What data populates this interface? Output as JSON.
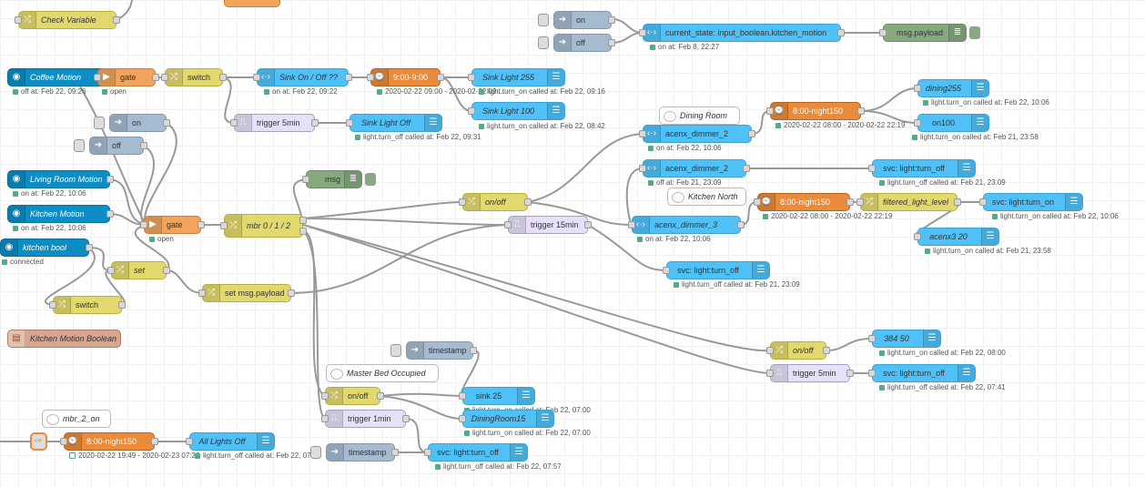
{
  "nodes": {
    "check_variable": "Check Variable",
    "on_top": "on",
    "off_top": "off",
    "current_state": "current_state: input_boolean.kitchen_motion",
    "current_state_status": "on at: Feb 8, 22:27",
    "msg_payload": "msg.payload",
    "coffee_motion": "Coffee Motion",
    "coffee_status": "off at: Feb 22, 09:26",
    "gate1": "gate",
    "gate1_status": "open",
    "switch1": "switch",
    "sink_onoff": "Sink On / Off ??",
    "sink_onoff_status": "on at: Feb 22, 09:22",
    "time_9_9": "9:00-9:00",
    "time_9_9_status": "2020-02-22 09:00 - 2020-02-22 09:...",
    "sink_255": "Sink Light 255",
    "sink_255_status": "light.turn_on called at: Feb 22, 09:16",
    "sink_100": "Sink Light 100",
    "sink_100_status": "light.turn_on called at: Feb 22, 08:42",
    "trigger5_a": "trigger 5min",
    "sink_off": "Sink Light Off",
    "sink_off_status": "light.turn_off called at: Feb 22, 09:31",
    "on_mid": "on",
    "off_mid": "off",
    "dining_room_comment": "Dining Room",
    "night150_a": "8:00-night150",
    "night150_a_status": "2020-02-22 08:00 - 2020-02-22 22:19",
    "dining255": "dining255",
    "dining255_status": "light.turn_on called at: Feb 22, 10:06",
    "on100": "on100",
    "on100_status": "light.turn_on called at: Feb 21, 23:58",
    "acenx_dimmer2_a": "acenx_dimmer_2",
    "acenx_dimmer2_a_status": "on at: Feb 22, 10:06",
    "msg_debug": "msg",
    "acenx_dimmer2_b": "acenx_dimmer_2",
    "acenx_dimmer2_b_status": "off at: Feb 21, 23:09",
    "svc_off_a": "svc: light:turn_off",
    "svc_off_a_status": "light.turn_off called at: Feb 21, 23:09",
    "living_room_motion": "Living Room Motion",
    "living_status": "on at: Feb 22, 10:06",
    "kitchen_north_comment": "Kitchen North",
    "night150_b": "8:00-night150",
    "night150_b_status": "2020-02-22 08:00 - 2020-02-22 22:19",
    "filtered_light": "filtered_light_level",
    "svc_on_a": "svc: light:turn_on",
    "svc_on_a_status": "light.turn_on called at: Feb 22, 10:06",
    "kitchen_motion": "Kitchen Motion",
    "kitchen_motion_status": "on at: Feb 22, 10:06",
    "gate2": "gate",
    "gate2_status": "open",
    "mbr": "mbr 0 / 1 / 2",
    "onoff_a": "on/off",
    "trigger15": "trigger 15min",
    "acenx_dimmer3": "acenx_dimmer_3",
    "acenx_dimmer3_status": "on at: Feb 22, 10:06",
    "acenx3_20": "acenx3 20",
    "acenx3_20_status": "light.turn_on called at: Feb 21, 23:58",
    "kitchen_bool": "kitchen bool",
    "kitchen_bool_status": "connected",
    "set": "set",
    "set_payload": "set msg.payload",
    "svc_off_b": "svc: light:turn_off",
    "svc_off_b_status": "light.turn_off called at: Feb 21, 23:09",
    "switch2": "switch",
    "kitchen_motion_boolean": "Kitchen Motion Boolean",
    "n384_50": "384 50",
    "n384_50_status": "light.turn_on called at: Feb 22, 08:00",
    "onoff_b": "on/off",
    "trigger5_b": "trigger 5min",
    "svc_off_c": "svc: light:turn_off",
    "svc_off_c_status": "light.turn_off called at: Feb 22, 07:41",
    "timestamp_a": "timestamp",
    "master_bed_comment": "Master Bed Occupied",
    "onoff_c": "on/off",
    "sink25": "sink 25",
    "sink25_status": "light.turn_on called at: Feb 22, 07:00",
    "trigger1": "trigger 1min",
    "diningroom15": "DiningRoom15",
    "diningroom15_status": "light.turn_on called at: Feb 22, 07:00",
    "mbr2_comment": "mbr_2_on",
    "night150_c": "8:00-night150",
    "night150_c_status": "2020-02-22 19:49 - 2020-02-23 07:26",
    "all_lights_off": "All Lights Off",
    "all_lights_off_status": "light.turn_off called at: Feb 22, 07:02",
    "timestamp_b": "timestamp",
    "svc_off_d": "svc: light:turn_off",
    "svc_off_d_status": "light.turn_off called at: Feb 22, 07:57"
  },
  "colors": {
    "ha_blue": "#4fc1f7",
    "ha_dark_blue": "#0c8dc3",
    "function_yellow": "#e2d96e",
    "gate_orange": "#f0a45c",
    "time_orange": "#e98b3a",
    "inject_grey": "#a6bbcf",
    "trigger_lavender": "#e6e0f8",
    "debug_green": "#87a980",
    "status_green": "#5a8"
  }
}
